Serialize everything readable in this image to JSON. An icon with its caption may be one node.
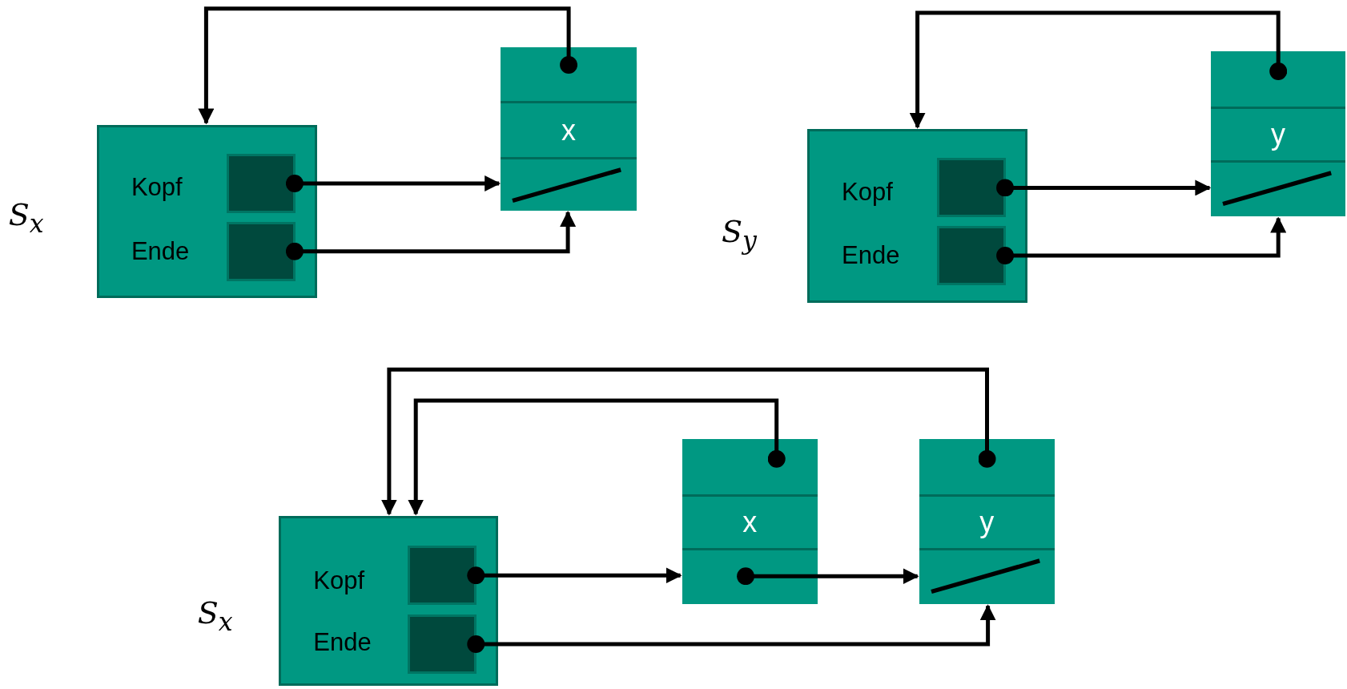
{
  "diagram": {
    "nodes": [
      {
        "text": [],
        "shape": "box"
      },
      {
        "text": [],
        "shape": "box",
        "in": 0,
        "beside": [
          "Kopf"
        ]
      },
      {
        "text": [],
        "shape": "box",
        "in": 0,
        "beside": [
          "Ende"
        ]
      },
      {
        "text": [],
        "shape": "box"
      },
      {
        "text": [],
        "shape": "box",
        "in": 3
      },
      {
        "text": [
          "x"
        ],
        "in": 3
      },
      {
        "text": [],
        "shape": "box",
        "in": 3
      },
      {
        "text": [],
        "shape": "box"
      },
      {
        "text": [],
        "shape": "box",
        "in": 7,
        "beside": [
          "Kopf"
        ]
      },
      {
        "text": [],
        "shape": "box",
        "in": 7,
        "beside": [
          "Ende"
        ]
      },
      {
        "text": [],
        "shape": "box"
      },
      {
        "text": [],
        "shape": "box",
        "in": 10
      },
      {
        "text": [
          "y"
        ],
        "in": 10
      },
      {
        "text": [],
        "shape": "box",
        "in": 10
      },
      {
        "text": [],
        "shape": "box"
      },
      {
        "text": [],
        "shape": "box",
        "in": 14,
        "beside": [
          "Kopf"
        ]
      },
      {
        "text": [],
        "shape": "box",
        "in": 14,
        "beside": [
          "Ende"
        ]
      },
      {
        "text": [],
        "shape": "box"
      },
      {
        "text": [],
        "shape": "box",
        "in": 17
      },
      {
        "text": [
          "x"
        ],
        "in": 17
      },
      {
        "text": [],
        "shape": "box",
        "in": 17
      },
      {
        "text": [],
        "shape": "box"
      },
      {
        "text": [],
        "shape": "box",
        "in": 21
      },
      {
        "text": [
          "y"
        ],
        "in": 21
      },
      {
        "text": [],
        "shape": "box",
        "in": 21
      }
    ],
    "edges": [
      {
        "from": 1,
        "to": 3,
        "arrow": "to"
      },
      {
        "from": 2,
        "to": 3,
        "arrow": "to"
      },
      {
        "from": 4,
        "to": 0,
        "arrow": "to"
      },
      {
        "from": 8,
        "to": 10,
        "arrow": "to"
      },
      {
        "from": 9,
        "to": 10,
        "arrow": "to"
      },
      {
        "from": 11,
        "to": 7,
        "arrow": "to"
      },
      {
        "from": 15,
        "to": 17,
        "arrow": "to"
      },
      {
        "from": 16,
        "to": 21,
        "arrow": "to"
      },
      {
        "from": 18,
        "to": 14,
        "arrow": "to"
      },
      {
        "from": 20,
        "to": 21,
        "arrow": "to"
      },
      {
        "from": 22,
        "to": 14,
        "arrow": "to"
      }
    ],
    "labels": [
      "S$_{x}$",
      "S$_{y}$",
      "S$_{x}$"
    ]
  }
}
